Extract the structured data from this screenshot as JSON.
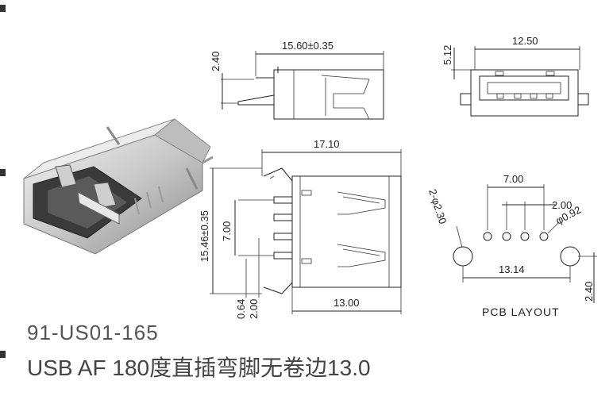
{
  "product": {
    "part_number": "91-US01-165",
    "description": "USB AF 180度直插弯脚无卷边13.0"
  },
  "dimensions": {
    "side_height": "2.40",
    "side_length": "15.60±0.35",
    "front_height": "5.12",
    "front_width": "12.50",
    "top_length": "17.10",
    "top_width": "15.46±0.35",
    "pin_span": "7.00",
    "pin_offset_a": "0.64",
    "pin_offset_b": "2.00",
    "body_length": "13.00",
    "pcb_pin_span": "7.00",
    "pcb_pin_pitch": "2.00",
    "pcb_pin_hole": "φ0.92",
    "pcb_mount_hole": "2-φ2.30",
    "pcb_mount_span": "13.14",
    "pcb_mount_offset": "2.40"
  },
  "labels": {
    "pcb_layout": "PCB LAYOUT"
  },
  "colors": {
    "line": "#222222",
    "text_gray": "#555555",
    "metal_light": "#d9d9d9",
    "metal_dark": "#7a7a7a"
  }
}
